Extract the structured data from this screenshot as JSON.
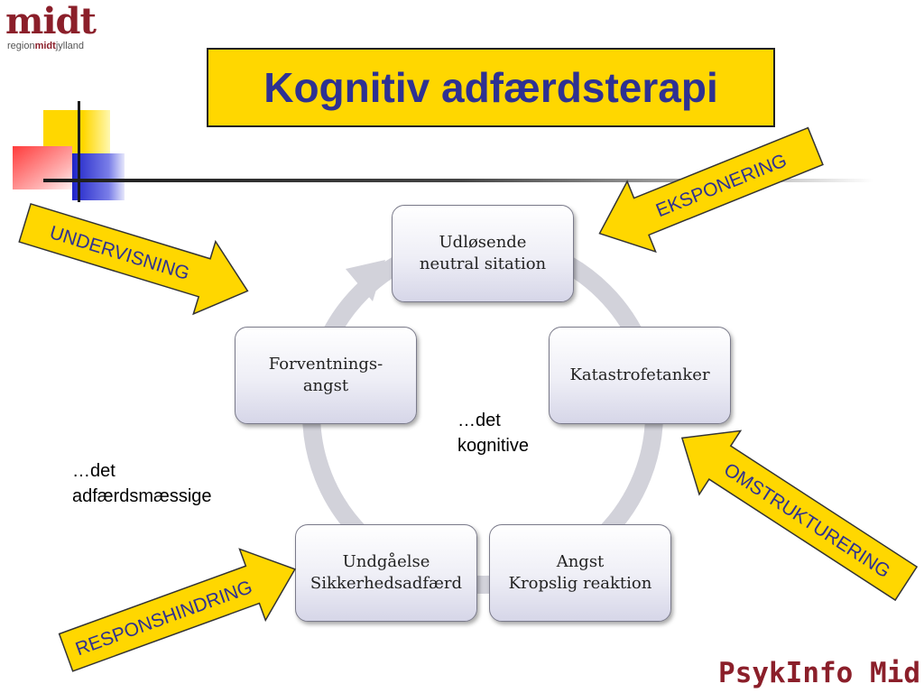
{
  "logo": {
    "main": "midt",
    "sub_prefix": "region",
    "sub_bold": "midt",
    "sub_suffix": "jylland"
  },
  "title": "Kognitiv adfærdsterapi",
  "cycle": {
    "nodes": [
      {
        "id": "trigger",
        "lines": [
          "Udløsende",
          "neutral sitation"
        ]
      },
      {
        "id": "catastrophic",
        "lines": [
          "Katastrofetanker"
        ]
      },
      {
        "id": "anxiety",
        "lines": [
          "Angst",
          "Kropslig reaktion"
        ]
      },
      {
        "id": "avoidance",
        "lines": [
          "Undgåelse",
          "Sikkerhedsadfærd"
        ]
      },
      {
        "id": "anticipatory",
        "lines": [
          "Forventnings-",
          "angst"
        ]
      }
    ]
  },
  "arrows": {
    "eksponering": "EKSPONERING",
    "undervisning": "UNDERVISNING",
    "omstrukturering": "OMSTRUKTURERING",
    "responshindring": "RESPONSHINDRING"
  },
  "notes": {
    "cognitive": [
      "…det",
      "kognitive"
    ],
    "behavioral": [
      "…det",
      "adfærdsmæssige"
    ]
  },
  "footer": "PsykInfo Mid",
  "colors": {
    "arrow_fill": "#ffd700",
    "title_text": "#2e3192",
    "brand": "#8b1f2a"
  }
}
